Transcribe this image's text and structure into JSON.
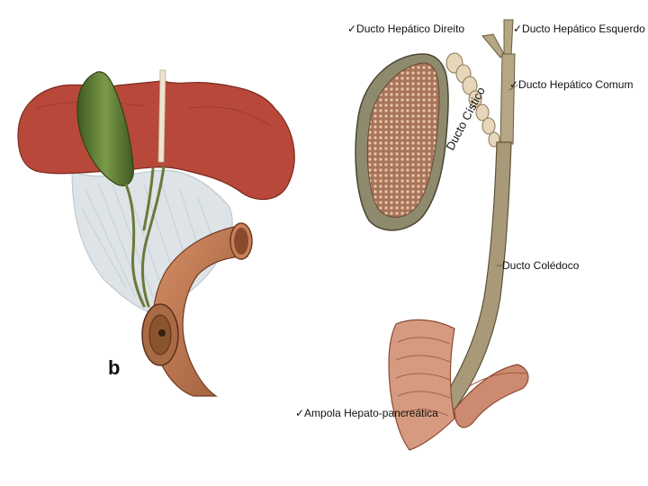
{
  "panel_letter": "b",
  "labels": {
    "right_hepatic_duct": "✓Ducto Hepático Direito",
    "left_hepatic_duct": "✓Ducto Hepático Esquerdo",
    "common_hepatic_duct": "✓Ducto Hepático Comum",
    "cystic_duct": "Ducto Cístico",
    "common_bile_duct": "Ducto Colédoco",
    "hepatopancreatic_ampulla": "✓Ampola Hepato-pancreática"
  },
  "colors": {
    "liver": "#b8483a",
    "gallbladder": "#5f7a33",
    "duodenum": "#c07a55",
    "duct": "#a89a78",
    "pancreas": "#d69a80"
  }
}
